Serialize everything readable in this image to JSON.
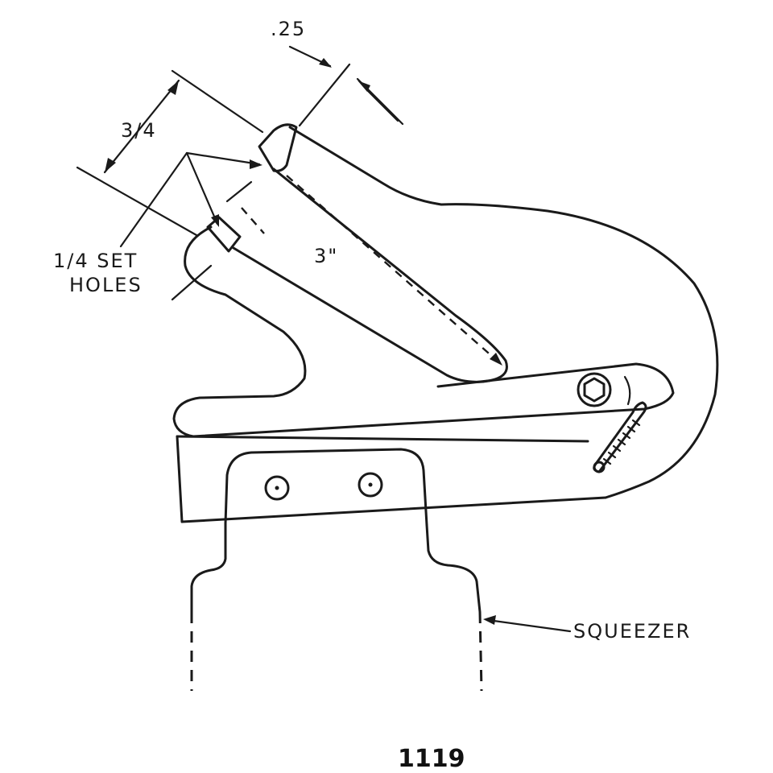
{
  "drawing": {
    "dimensions": {
      "top_offset": ".25",
      "slot_spacing": "3/4",
      "slot_length": "3\""
    },
    "callouts": {
      "set_holes_line1": "1/4 SET",
      "set_holes_line2": "HOLES",
      "squeezer": "SQUEEZER"
    },
    "figure_number": "1119"
  }
}
